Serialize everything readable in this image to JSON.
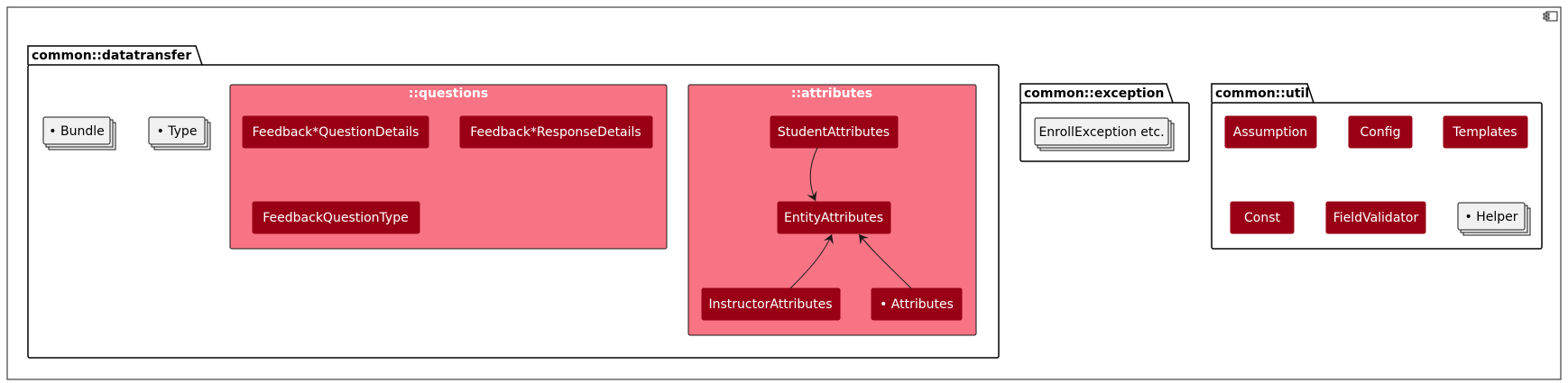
{
  "colors": {
    "class_fill": "#990016",
    "frame_fill": "#f87484",
    "stack_fill": "#f1f1f1",
    "line": "#181818"
  },
  "packages": {
    "datatransfer": {
      "title": "common::datatransfer",
      "bundle": "• Bundle",
      "type": "• Type",
      "questions": {
        "title": "::questions",
        "question_details": "Feedback*QuestionDetails",
        "response_details": "Feedback*ResponseDetails",
        "question_type": "FeedbackQuestionType"
      },
      "attributes": {
        "title": "::attributes",
        "student": "StudentAttributes",
        "entity": "EntityAttributes",
        "instructor": "InstructorAttributes",
        "other": "• Attributes"
      }
    },
    "exception": {
      "title": "common::exception",
      "enroll": "EnrollException etc."
    },
    "util": {
      "title": "common::util",
      "assumption": "Assumption",
      "config": "Config",
      "templates": "Templates",
      "const": "Const",
      "field_validator": "FieldValidator",
      "helper": "• Helper"
    }
  },
  "icons": {
    "component": "component-icon"
  }
}
